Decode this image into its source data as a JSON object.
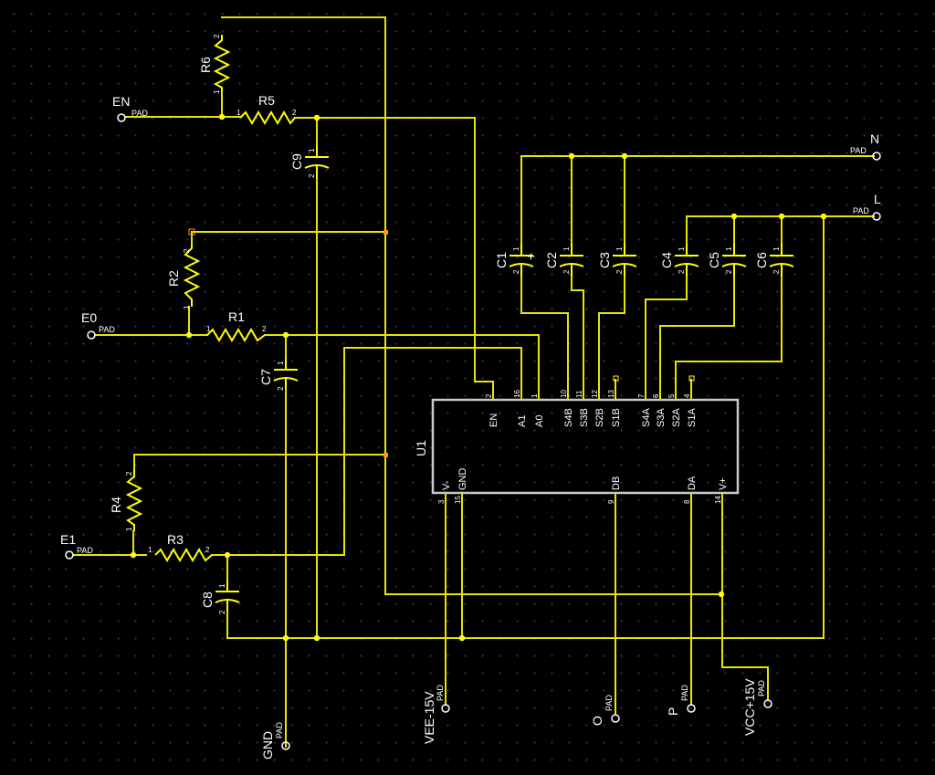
{
  "ic": {
    "ref": "U1",
    "top_pins": [
      {
        "name": "EN",
        "num": "2"
      },
      {
        "name": "A1",
        "num": "16"
      },
      {
        "name": "A0",
        "num": "1"
      },
      {
        "name": "S4B",
        "num": "10"
      },
      {
        "name": "S3B",
        "num": "11"
      },
      {
        "name": "S2B",
        "num": "12"
      },
      {
        "name": "S1B",
        "num": "13"
      },
      {
        "name": "S4A",
        "num": "7"
      },
      {
        "name": "S3A",
        "num": "6"
      },
      {
        "name": "S2A",
        "num": "5"
      },
      {
        "name": "S1A",
        "num": "4"
      }
    ],
    "bottom_pins": [
      {
        "name": "V-",
        "num": "3"
      },
      {
        "name": "GND",
        "num": "15"
      },
      {
        "name": "DB",
        "num": "9"
      },
      {
        "name": "DA",
        "num": "8"
      },
      {
        "name": "V+",
        "num": "14"
      }
    ]
  },
  "resistors": [
    {
      "ref": "R1"
    },
    {
      "ref": "R2"
    },
    {
      "ref": "R3"
    },
    {
      "ref": "R4"
    },
    {
      "ref": "R5"
    },
    {
      "ref": "R6"
    }
  ],
  "capacitors": [
    {
      "ref": "C1"
    },
    {
      "ref": "C2"
    },
    {
      "ref": "C3"
    },
    {
      "ref": "C4"
    },
    {
      "ref": "C5"
    },
    {
      "ref": "C6"
    },
    {
      "ref": "C7"
    },
    {
      "ref": "C8"
    },
    {
      "ref": "C9"
    }
  ],
  "pin_numbers": {
    "one": "1",
    "two": "2"
  },
  "pads": {
    "tag": "PAD",
    "en": "EN",
    "e0": "E0",
    "e1": "E1",
    "n": "N",
    "l": "L",
    "gnd": "GND",
    "vee": "VEE-15V",
    "o": "O",
    "p": "P",
    "vcc": "VCC+15V"
  },
  "colors": {
    "wire": "#e6e600",
    "body": "#c8c8c8",
    "text": "#ffffff",
    "background": "#000000"
  }
}
